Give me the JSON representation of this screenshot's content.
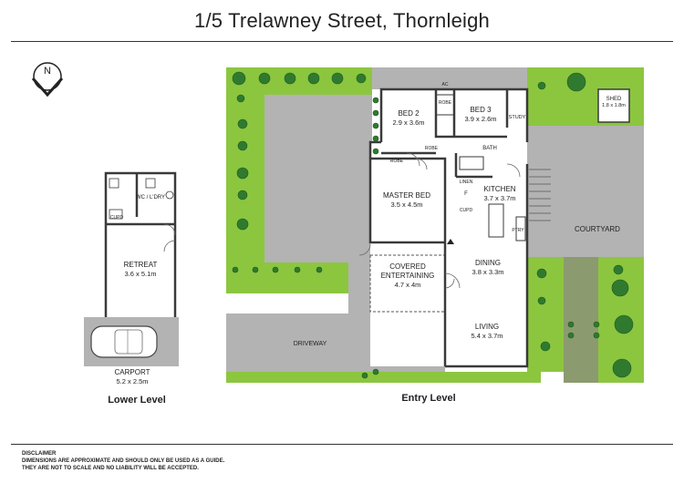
{
  "title": "1/5 Trelawney Street, Thornleigh",
  "compass": {
    "letter": "N",
    "icon": "north-arrow-icon"
  },
  "lower_level": {
    "label": "Lower Level",
    "rooms": {
      "wc_ldry": {
        "name": "WC / L'DRY"
      },
      "cupd": {
        "name": "CUPD"
      },
      "retreat": {
        "name": "RETREAT",
        "dim": "3.6 x 5.1m"
      },
      "carport": {
        "name": "CARPORT",
        "dim": "5.2 x 2.5m"
      }
    }
  },
  "entry_level": {
    "label": "Entry Level",
    "rooms": {
      "bed2": {
        "name": "BED 2",
        "dim": "2.9 x 3.6m"
      },
      "bed3": {
        "name": "BED 3",
        "dim": "3.9 x 2.6m"
      },
      "study": {
        "name": "STUDY"
      },
      "bath": {
        "name": "BATH"
      },
      "robe_bed2": {
        "name": "ROBE"
      },
      "robe_left": {
        "name": "ROBE"
      },
      "robe_right": {
        "name": "ROBE"
      },
      "ac": {
        "name": "AC"
      },
      "master": {
        "name": "MASTER BED",
        "dim": "3.5 x 4.5m"
      },
      "kitchen": {
        "name": "KITCHEN",
        "dim": "3.7 x 3.7m"
      },
      "linen": {
        "name": "LINEN"
      },
      "fridge": {
        "name": "F"
      },
      "cupd": {
        "name": "CUPD"
      },
      "pantry": {
        "name": "PTRY"
      },
      "covered": {
        "name": "COVERED",
        "name2": "ENTERTAINING",
        "dim": "4.7 x 4m"
      },
      "dining": {
        "name": "DINING",
        "dim": "3.8 x 3.3m"
      },
      "living": {
        "name": "LIVING",
        "dim": "5.4 x 3.7m"
      },
      "courtyard": {
        "name": "COURTYARD"
      },
      "shed": {
        "name": "SHED",
        "dim": "1.8 x 1.8m"
      },
      "driveway": {
        "name": "DRIVEWAY"
      }
    }
  },
  "disclaimer": {
    "heading": "DISCLAIMER",
    "line1": "DIMENSIONS ARE APPROXIMATE AND SHOULD ONLY BE USED AS A  GUIDE.",
    "line2": "THEY ARE NOT TO SCALE AND NO LIABILITY WILL BE ACCEPTED."
  },
  "colors": {
    "lawn": "#8cc63f",
    "paving": "#b3b3b3",
    "wall": "#3a3a3a",
    "shrub": "#2f7a2f",
    "background": "#ffffff"
  }
}
